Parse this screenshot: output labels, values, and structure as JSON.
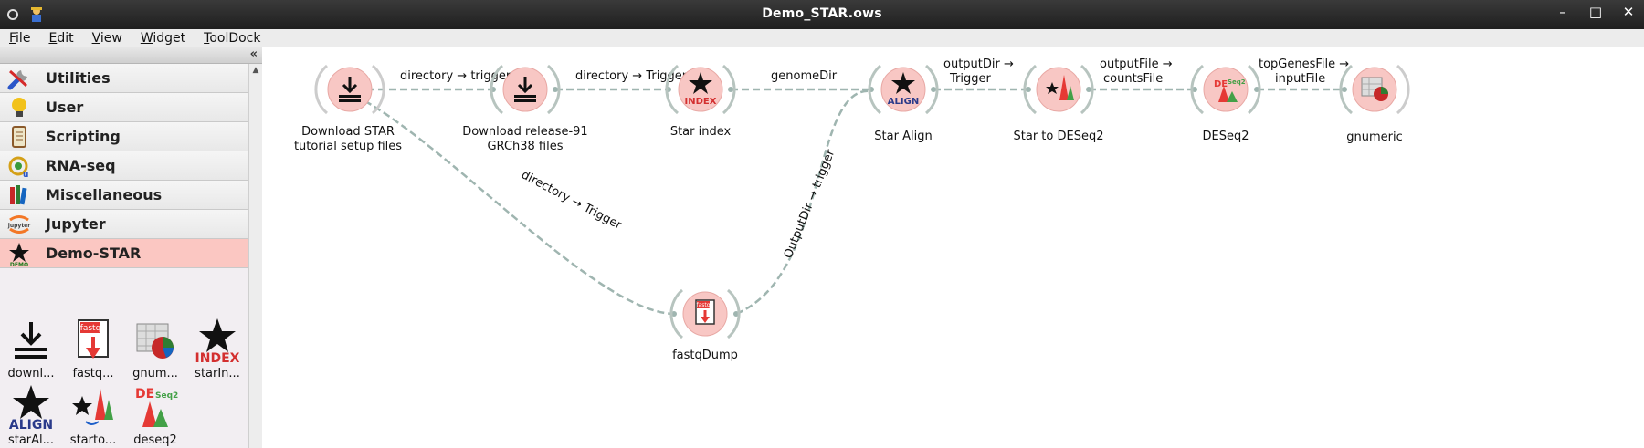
{
  "window": {
    "title": "Demo_STAR.ows"
  },
  "menu": [
    {
      "key": "file",
      "label": "File"
    },
    {
      "key": "edit",
      "label": "Edit"
    },
    {
      "key": "view",
      "label": "View"
    },
    {
      "key": "widget",
      "label": "Widget"
    },
    {
      "key": "tooldock",
      "label": "ToolDock"
    }
  ],
  "sidebar": {
    "categories": [
      {
        "label": "Utilities",
        "icon": "wrench-icon"
      },
      {
        "label": "User",
        "icon": "lightbulb-icon"
      },
      {
        "label": "Scripting",
        "icon": "scroll-icon"
      },
      {
        "label": "RNA-seq",
        "icon": "rna-icon"
      },
      {
        "label": "Miscellaneous",
        "icon": "books-icon"
      },
      {
        "label": "Jupyter",
        "icon": "jupyter-icon"
      },
      {
        "label": "Demo-STAR",
        "icon": "star-demo-icon",
        "active": true
      }
    ],
    "widgets": [
      {
        "label": "downl...",
        "icon": "download-icon"
      },
      {
        "label": "fastq...",
        "icon": "fastq-icon"
      },
      {
        "label": "gnum...",
        "icon": "spreadsheet-icon"
      },
      {
        "label": "starIn...",
        "icon": "star-index-icon"
      },
      {
        "label": "starAl...",
        "icon": "star-align-icon"
      },
      {
        "label": "starto...",
        "icon": "star-to-deseq-icon"
      },
      {
        "label": "deseq2",
        "icon": "deseq2-icon"
      }
    ]
  },
  "canvas": {
    "nodes": [
      {
        "id": "dl_star",
        "label": "Download STAR\ntutorial setup files",
        "icon": "download-icon"
      },
      {
        "id": "dl_release",
        "label": "Download release-91\nGRCh38 files",
        "icon": "download-icon"
      },
      {
        "id": "star_index",
        "label": "Star index",
        "icon": "star-index-icon"
      },
      {
        "id": "star_align",
        "label": "Star Align",
        "icon": "star-align-icon"
      },
      {
        "id": "star_to_deseq",
        "label": "Star to DESeq2",
        "icon": "star-to-deseq-icon"
      },
      {
        "id": "deseq2",
        "label": "DESeq2",
        "icon": "deseq2-icon"
      },
      {
        "id": "gnumeric",
        "label": "gnumeric",
        "icon": "spreadsheet-icon"
      },
      {
        "id": "fastqdump",
        "label": "fastqDump",
        "icon": "fastq-icon"
      }
    ],
    "links": [
      {
        "label": "directory → trigger"
      },
      {
        "label": "directory → Trigger"
      },
      {
        "label": "genomeDir"
      },
      {
        "label": "outputDir →\nTrigger"
      },
      {
        "label": "outputFile →\ncountsFile"
      },
      {
        "label": "topGenesFile →\ninputFile"
      },
      {
        "label": "directory → Trigger"
      },
      {
        "label": "OutputDir → trigger"
      }
    ]
  },
  "colors": {
    "node_fill": "#f8c7c4",
    "link": "#9fb5b0",
    "active_category": "#fbc7c2"
  }
}
